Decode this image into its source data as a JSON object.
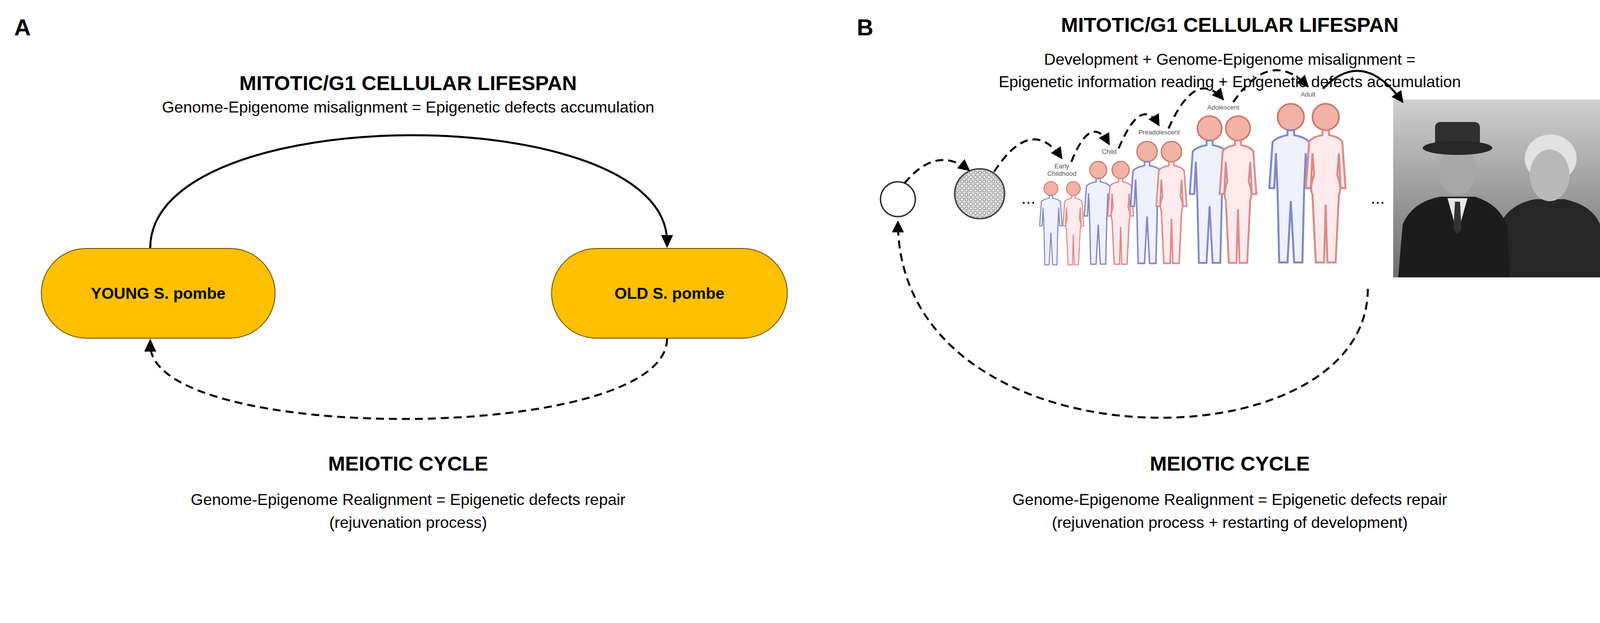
{
  "diagram": {
    "nodes": [
      {
        "text": [
          "YOUNG S. pombe"
        ]
      },
      {
        "text": [
          "OLD S. pombe"
        ]
      }
    ],
    "edges": [
      {
        "from": 0,
        "to": 1,
        "arrow": "to"
      },
      {
        "from": 1,
        "to": 0,
        "arrow": "to"
      }
    ],
    "labels": [
      "A",
      "MITOTIC/G1 CELLULAR LIFESPAN",
      "Genome-Epigenome misalignment = Epigenetic defects accumulation",
      "MEIOTIC CYCLE",
      "Genome-Epigenome Realignment = Epigenetic defects repair",
      "(rejuvenation process)",
      "B",
      "MITOTIC/G1 CELLULAR LIFESPAN",
      "Development + Genome-Epigenome misalignment =",
      "Epigenetic information reading + Epigenetic defects accumulation",
      "...",
      "Early Childhood",
      "Child",
      "Preadolescent",
      "Adolescent",
      "Adult",
      "...",
      "MEIOTIC CYCLE",
      "Genome-Epigenome Realignment = Epigenetic defects repair",
      "(rejuvenation process + restarting of development)"
    ]
  }
}
